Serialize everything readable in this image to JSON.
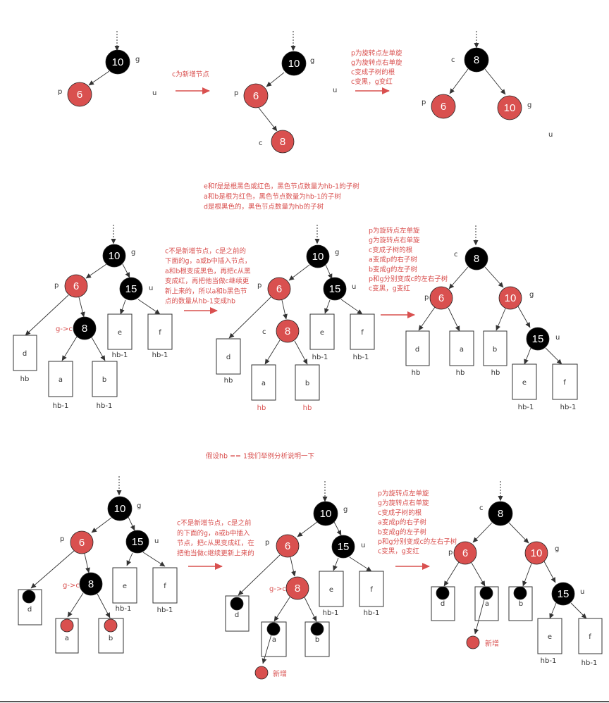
{
  "colors": {
    "red_node": "#d9504f",
    "black_node": "#000000",
    "annotation": "#d9504f",
    "bottom_rule": "#555555"
  },
  "section1": {
    "tree1": {
      "g_value": "10",
      "g_label": "g",
      "p_value": "6",
      "p_label": "p",
      "u_label": "u"
    },
    "arrow1_note": "c为新增节点",
    "tree2": {
      "g_value": "10",
      "g_label": "g",
      "p_value": "6",
      "p_label": "p",
      "c_value": "8",
      "c_label": "c",
      "u_label": "u"
    },
    "arrow2_notes": [
      "p为旋转点左单旋",
      "g为旋转点右单旋",
      "c变成子树的根",
      "c变黑，g变红"
    ],
    "tree3": {
      "c_value": "8",
      "c_label": "c",
      "p_value": "6",
      "p_label": "p",
      "g_value": "10",
      "g_label": "g",
      "u_label": "u"
    }
  },
  "section2": {
    "header_notes": [
      "e和f是是根黑色或红色，黑色节点数量为hb-1的子树",
      "a和b是根为红色，黑色节点数量为hb-1的子树",
      "d是根黑色的，黑色节点数量为hb的子树"
    ],
    "tree1": {
      "g_value": "10",
      "g_label": "g",
      "p_value": "6",
      "p_label": "p",
      "u_value": "15",
      "u_label": "u",
      "c_value": "8",
      "c_label": "g->c",
      "boxes": {
        "d": "d",
        "a": "a",
        "b": "b",
        "e": "e",
        "f": "f"
      },
      "box_labels": {
        "d": "hb",
        "a": "hb-1",
        "b": "hb-1",
        "e": "hb-1",
        "f": "hb-1"
      }
    },
    "arrow1_notes": [
      "c不是新增节点，c是之前的",
      "下面的g，a或b中插入节点，",
      "a和b根变成黑色，再把c从黑",
      "变成红，再把他当做c继续更",
      "新上来的，所以a和b黑色节",
      "点的数量从hb-1变成hb"
    ],
    "tree2": {
      "g_value": "10",
      "g_label": "g",
      "p_value": "6",
      "p_label": "p",
      "u_value": "15",
      "u_label": "u",
      "c_value": "8",
      "c_label": "c",
      "boxes": {
        "d": "d",
        "a": "a",
        "b": "b",
        "e": "e",
        "f": "f"
      },
      "box_labels": {
        "d": "hb",
        "a": "hb",
        "b": "hb",
        "e": "hb-1",
        "f": "hb-1"
      }
    },
    "arrow2_notes": [
      "p为旋转点左单旋",
      "g为旋转点右单旋",
      "c变成子树的根",
      "a变成p的右子树",
      "b变成g的左子树",
      "p和g分别变成c的左右子树",
      "c变黑，g变红"
    ],
    "tree3": {
      "c_value": "8",
      "c_label": "c",
      "p_value": "6",
      "p_label": "p",
      "g_value": "10",
      "g_label": "g",
      "u_value": "15",
      "u_label": "u",
      "boxes": {
        "d": "d",
        "a": "a",
        "b": "b",
        "e": "e",
        "f": "f"
      },
      "box_labels": {
        "d": "hb",
        "a": "hb",
        "b": "hb",
        "e": "hb-1",
        "f": "hb-1"
      }
    }
  },
  "section3": {
    "header_note": "假设hb == 1我们举例分析说明一下",
    "tree1": {
      "g_value": "10",
      "g_label": "g",
      "p_value": "6",
      "p_label": "p",
      "u_value": "15",
      "u_label": "u",
      "c_value": "8",
      "c_label": "g->c",
      "boxes": {
        "d": "d",
        "a": "a",
        "b": "b",
        "e": "e",
        "f": "f"
      },
      "box_labels": {
        "e": "hb-1",
        "f": "hb-1"
      }
    },
    "arrow1_notes": [
      "c不是新增节点，c是之前",
      "的下面的g，a或b中插入",
      "节点，把c从黑变成红，在",
      "把他当做c继续更新上来的"
    ],
    "tree2": {
      "g_value": "10",
      "g_label": "g",
      "p_value": "6",
      "p_label": "p",
      "u_value": "15",
      "u_label": "u",
      "c_value": "8",
      "c_label": "g->c",
      "boxes": {
        "d": "d",
        "a": "a",
        "b": "b",
        "e": "e",
        "f": "f"
      },
      "box_labels": {
        "e": "hb-1",
        "f": "hb-1"
      },
      "new_label": "新增"
    },
    "arrow2_notes": [
      "p为旋转点左单旋",
      "g为旋转点右单旋",
      "c变成子树的根",
      "a变成p的右子树",
      "b变成g的左子树",
      "p和g分别变成c的左右子树",
      "c变黑，g变红"
    ],
    "tree3": {
      "c_value": "8",
      "c_label": "c",
      "p_value": "6",
      "p_label": "p",
      "g_value": "10",
      "g_label": "g",
      "u_value": "15",
      "u_label": "u",
      "boxes": {
        "d": "d",
        "a": "a",
        "b": "b",
        "e": "e",
        "f": "f"
      },
      "box_labels": {
        "e": "hb-1",
        "f": "hb-1"
      },
      "new_label": "新增"
    }
  }
}
